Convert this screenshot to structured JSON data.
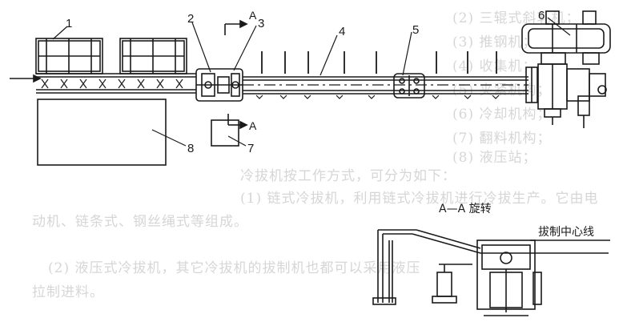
{
  "background_text": [
    "(2) 三辊式斜轧机；",
    "(3) 推钢机；",
    "(4) 收集机；",
    "(5) 夹紧机构；",
    "(6) 冷却机构；",
    "(7) 翻料机构；",
    "(8) 液压站；",
    "冷拔机按工作方式，可分为如下：",
    "(1) 链式冷拔机，利用链式冷拔机进行冷拔生产。它由电",
    "动机、链条式、钢丝绳式等组成。",
    "(2) 液压式冷拔机，其它冷拔机的拔制机也都可以采用液压",
    "拉制进料。"
  ],
  "labels": {
    "n1": "1",
    "n2": "2",
    "n3": "3",
    "n4": "4",
    "n5": "5",
    "n6": "6",
    "n7": "7",
    "n8": "8",
    "section_top": "A",
    "section_mid": "A",
    "rotation_caption": "A—A 旋转",
    "centerline_label": "拔制中心线"
  },
  "colors": {
    "ink": "#1a1a1a",
    "ghost_text": "#d6d6d6"
  }
}
